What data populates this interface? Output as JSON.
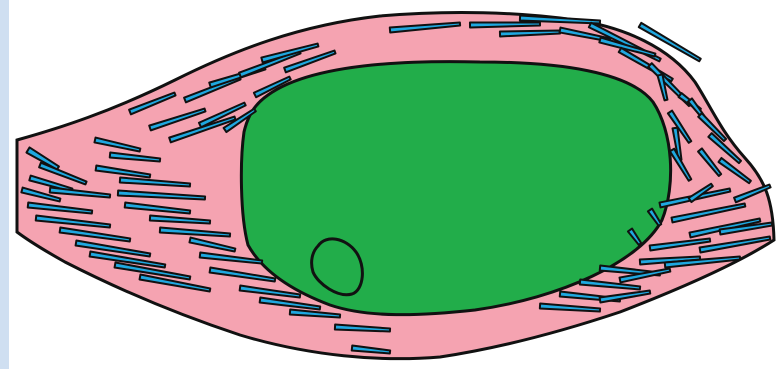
{
  "colors": {
    "cytoplasm": "#f5a3b1",
    "nucleus": "#22ad4a",
    "organelle": "#1fa8e0",
    "outline": "#111111",
    "left_strip": "#cfdff1",
    "background": "#ffffff"
  },
  "diagram": {
    "cell_type": "cell-cross-section",
    "parts": [
      "cell-membrane",
      "cytoplasm",
      "nucleus",
      "nucleolus",
      "elongated-organelles"
    ]
  }
}
